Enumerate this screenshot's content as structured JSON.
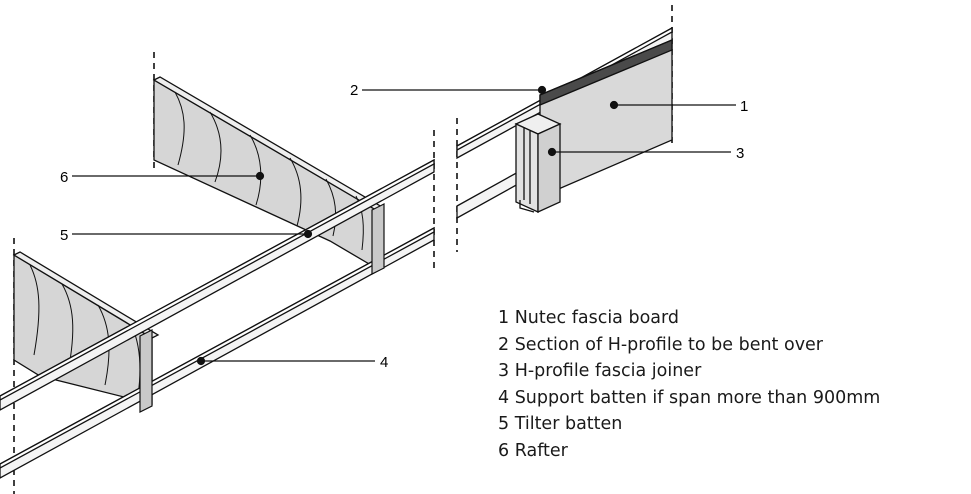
{
  "callouts": {
    "c1": "1",
    "c2": "2",
    "c3": "3",
    "c4": "4",
    "c5": "5",
    "c6": "6"
  },
  "legend": [
    "1 Nutec fascia board",
    "2 Section of H-profile to be bent over",
    "3 H-profile fascia joiner",
    "4 Support batten if span more than 900mm",
    "5  Tilter batten",
    "6  Rafter"
  ],
  "colors": {
    "fascia_board": "#d9d9d9",
    "fascia_edge_strip": "#4a4a4a",
    "rafter_fill": "#d6d6d6",
    "batten_fill": "#f4f4f4",
    "line": "#111111"
  }
}
